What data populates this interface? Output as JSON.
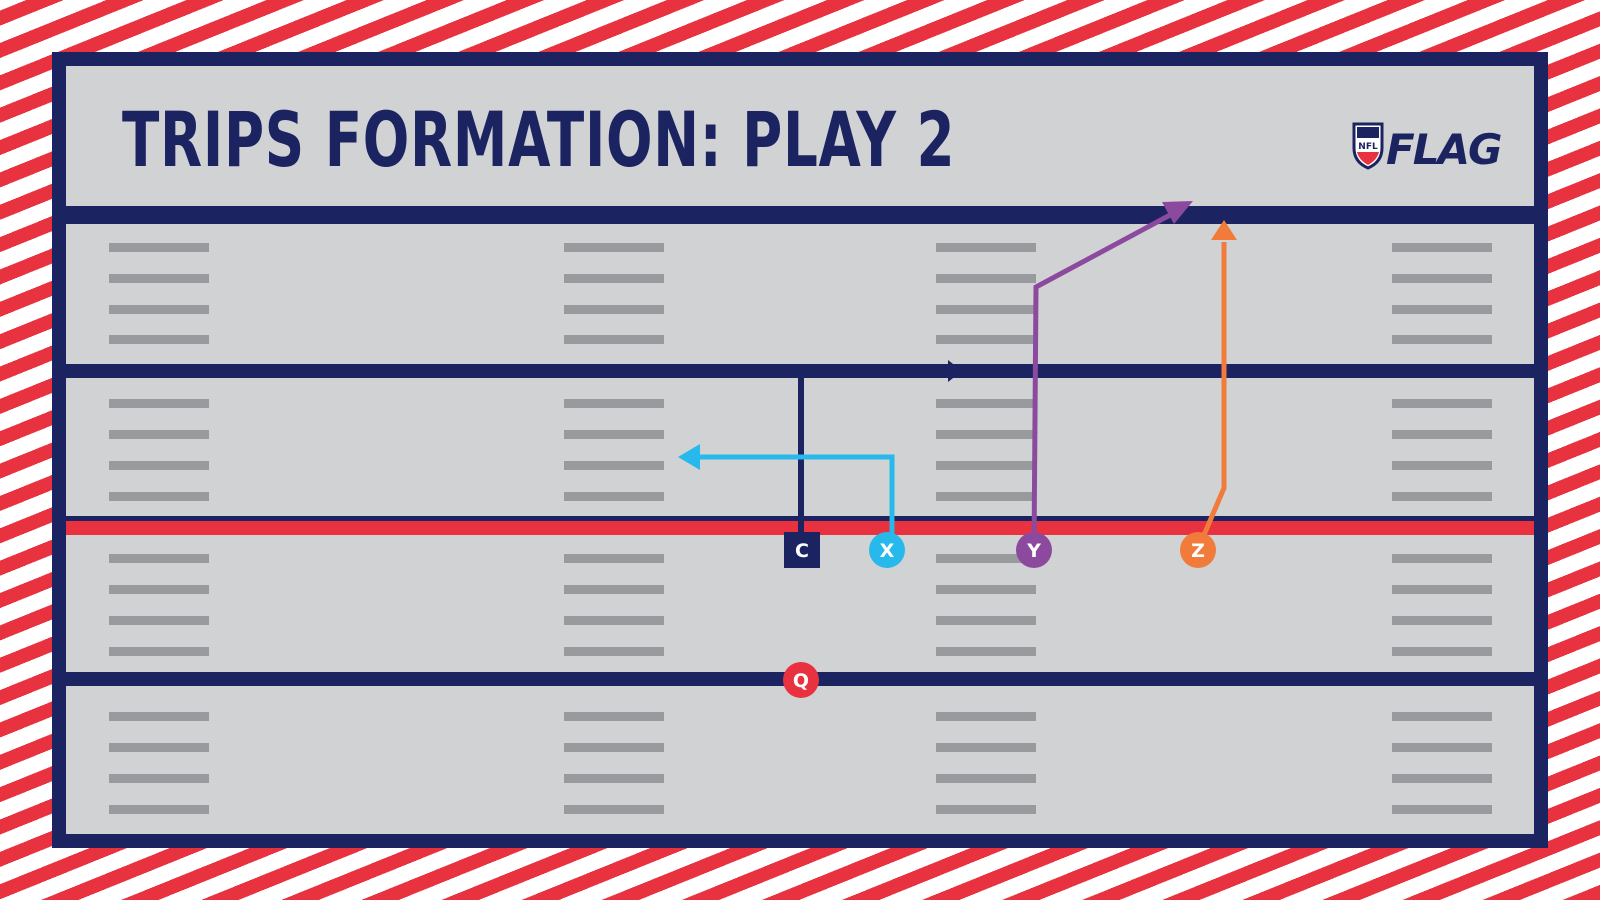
{
  "title": "TRIPS FORMATION: PLAY 2",
  "logo": {
    "shield_text": "NFL",
    "wordmark": "FLAG",
    "icon": "nfl-shield-icon"
  },
  "colors": {
    "navy": "#1b2460",
    "field": "#d1d2d4",
    "red": "#e8323f",
    "x_route": "#27b8ec",
    "y_route": "#8c4a9f",
    "z_route": "#f07b3a",
    "hash": "#999a9d"
  },
  "players": [
    {
      "id": "C",
      "label": "C",
      "shape": "square",
      "color": "#1b2460"
    },
    {
      "id": "X",
      "label": "X",
      "shape": "circle",
      "color": "#27b8ec"
    },
    {
      "id": "Y",
      "label": "Y",
      "shape": "circle",
      "color": "#8c4a9f"
    },
    {
      "id": "Z",
      "label": "Z",
      "shape": "circle",
      "color": "#f07b3a"
    },
    {
      "id": "Q",
      "label": "Q",
      "shape": "circle",
      "color": "#e8323f"
    }
  ],
  "routes": [
    {
      "player": "C",
      "color": "#1b2460",
      "description": "vertical then break right"
    },
    {
      "player": "X",
      "color": "#27b8ec",
      "description": "vertical then break left"
    },
    {
      "player": "Y",
      "color": "#8c4a9f",
      "description": "vertical then corner to right"
    },
    {
      "player": "Z",
      "color": "#f07b3a",
      "description": "vertical"
    }
  ]
}
